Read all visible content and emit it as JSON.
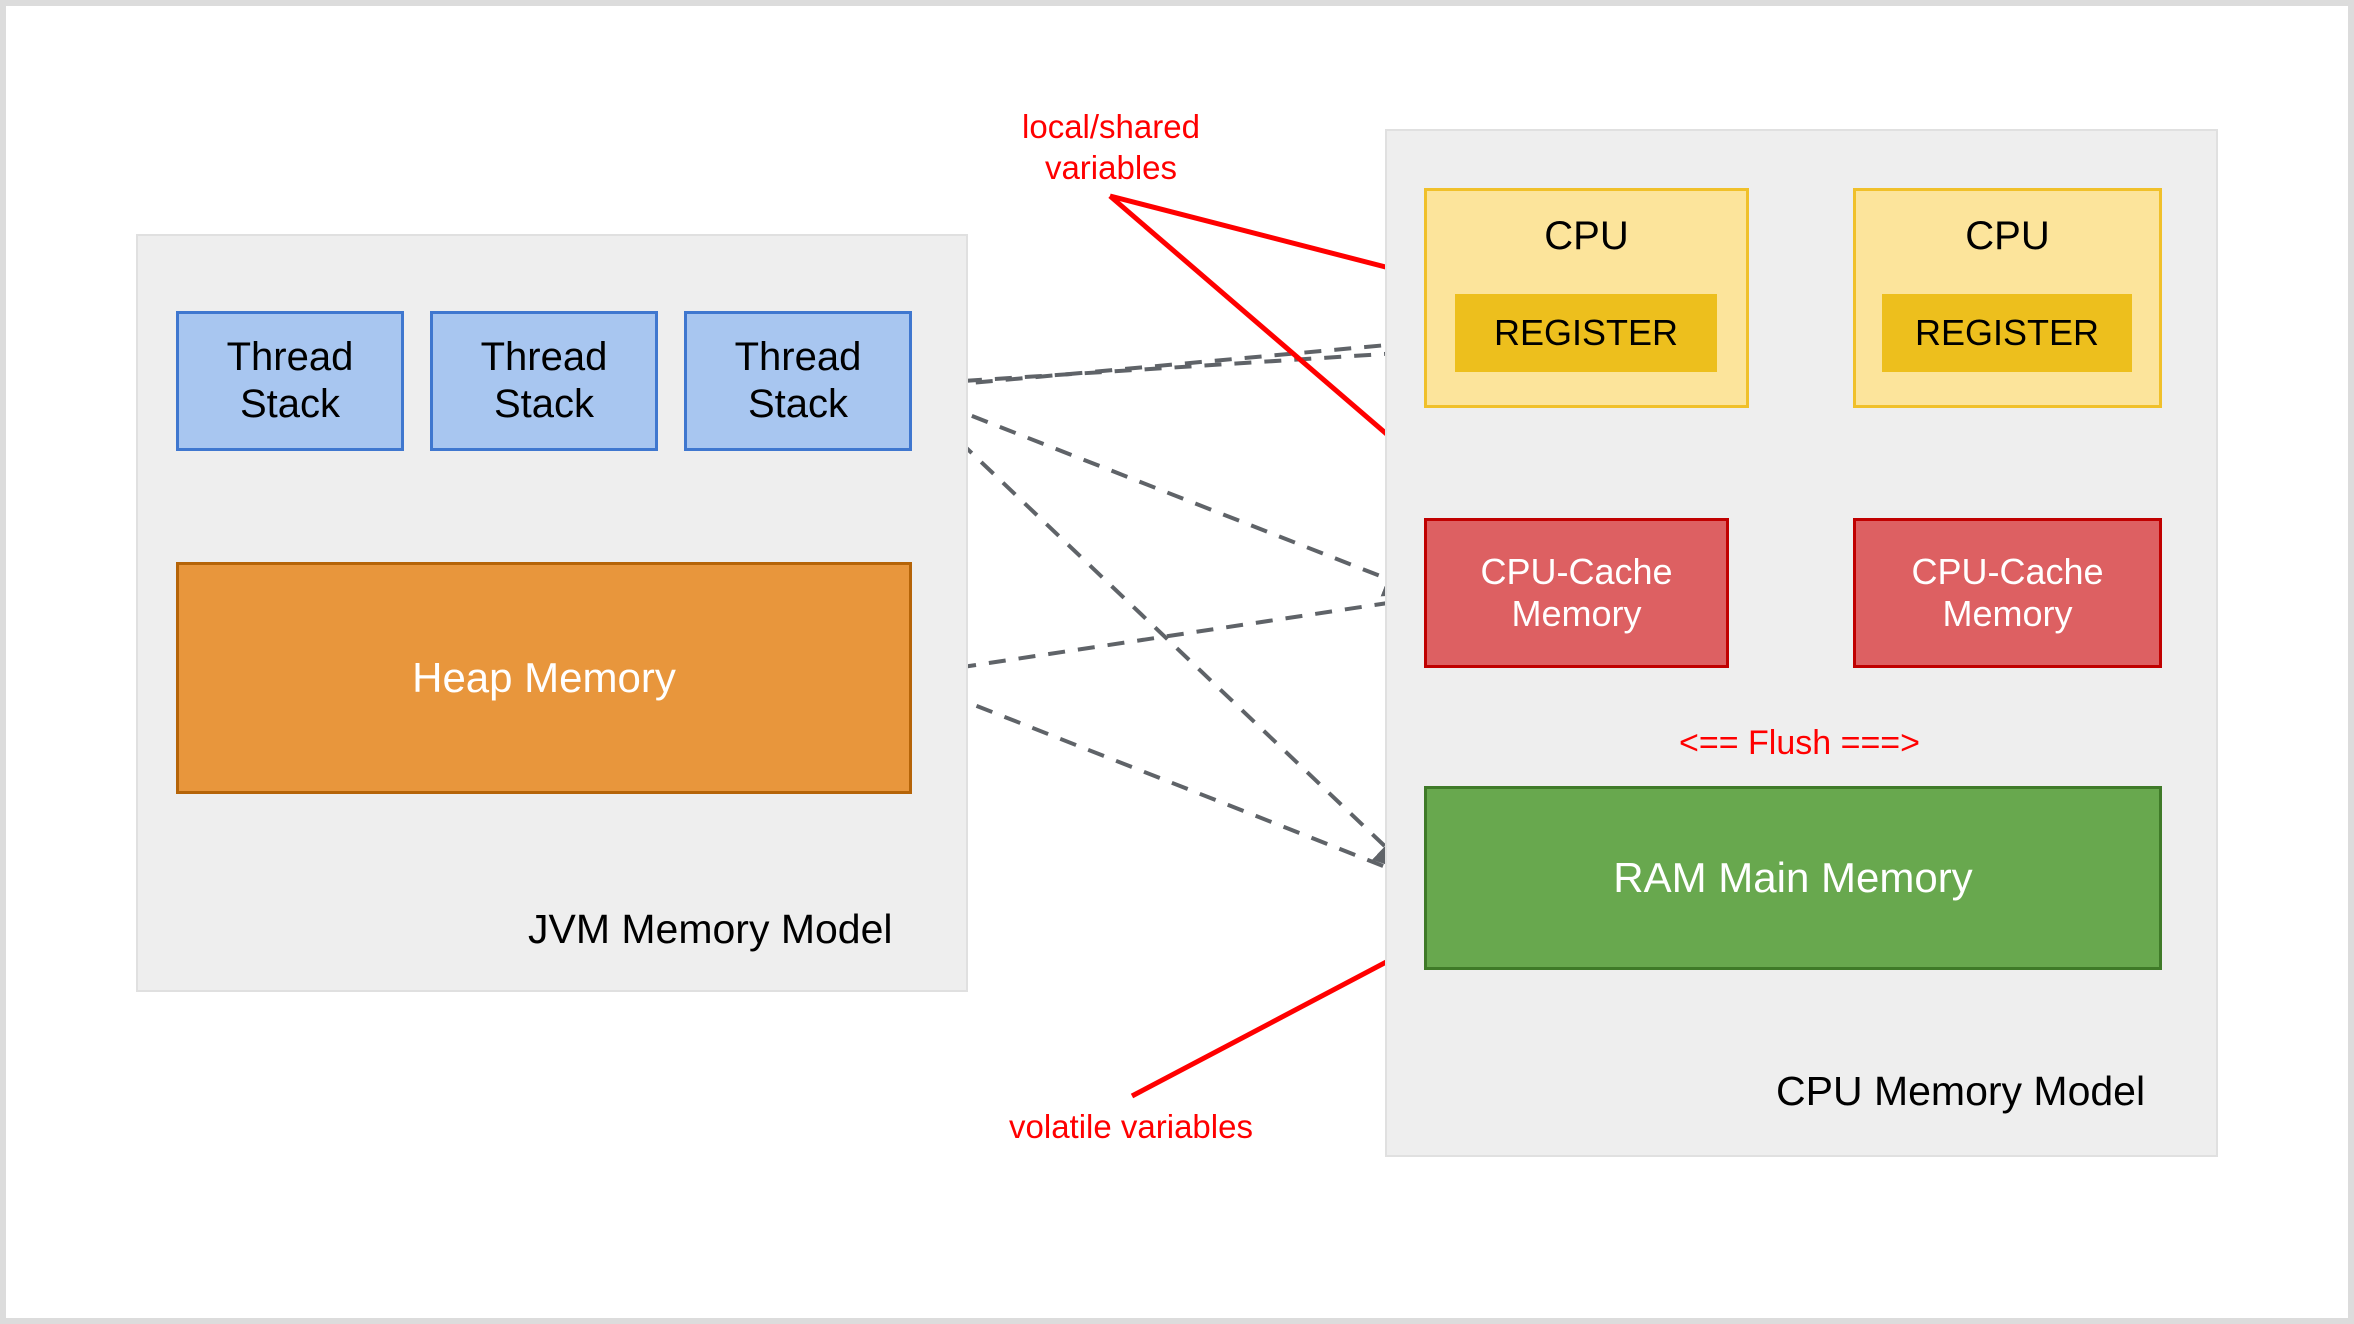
{
  "diagram": {
    "title": "JVM Memory Model and CPU Memory Model",
    "colors": {
      "thread_stack_fill": "#a8c6f0",
      "thread_stack_border": "#3f77cf",
      "heap_fill": "#e8963c",
      "heap_border": "#b56408",
      "cpu_fill": "#fce49b",
      "cpu_border": "#f0c02a",
      "register_fill": "#edbf1d",
      "cache_fill": "#dd6062",
      "cache_border": "#c00000",
      "ram_fill": "#68a84e",
      "ram_border": "#3f7a28",
      "group_fill": "#eeeeee",
      "group_border": "#e0e0e0",
      "annotation_red": "#ff0000",
      "connector_gray": "#5f6368"
    }
  },
  "jvm_group": {
    "label": "JVM Memory Model",
    "thread_stacks": [
      {
        "label": "Thread\nStack"
      },
      {
        "label": "Thread\nStack"
      },
      {
        "label": "Thread\nStack"
      }
    ],
    "heap": {
      "label": "Heap Memory"
    }
  },
  "cpu_group": {
    "label": "CPU Memory Model",
    "cpus": [
      {
        "label": "CPU",
        "register": {
          "label": "REGISTER"
        },
        "cache": {
          "label": "CPU-Cache\nMemory"
        }
      },
      {
        "label": "CPU",
        "register": {
          "label": "REGISTER"
        },
        "cache": {
          "label": "CPU-Cache\nMemory"
        }
      }
    ],
    "ram": {
      "label": "RAM Main Memory"
    },
    "flush_label": "<== Flush ===>"
  },
  "annotations": {
    "local_shared": "local/shared\nvariables",
    "volatile": "volatile variables"
  }
}
